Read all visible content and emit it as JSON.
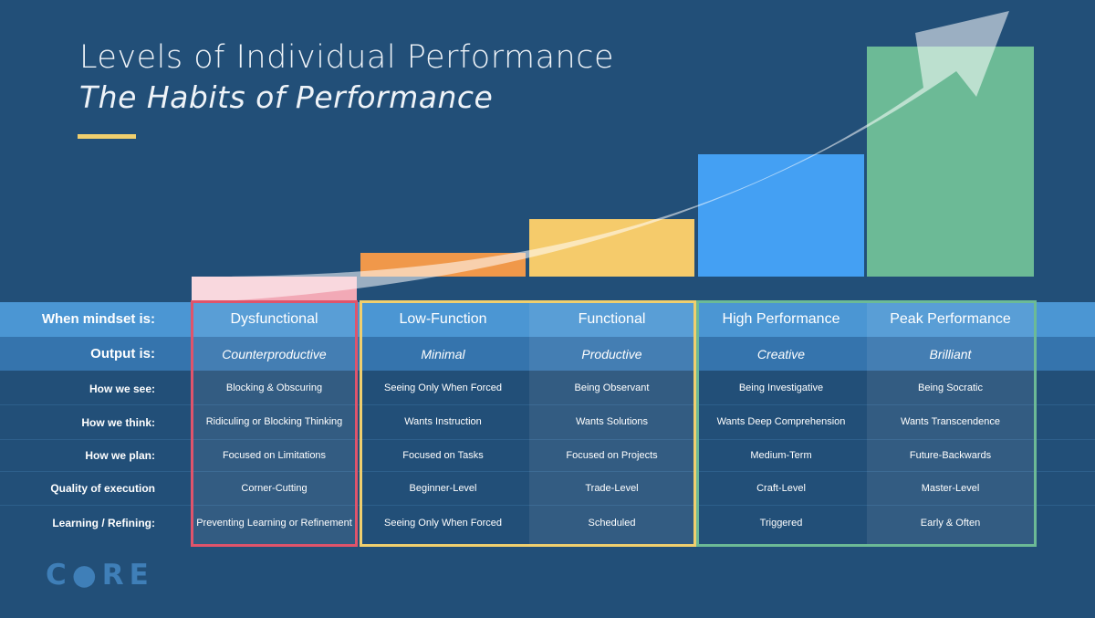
{
  "title": "Levels of Individual Performance",
  "subtitle": "The Habits of Performance",
  "row_labels": {
    "mindset": "When mindset is:",
    "output": "Output is:",
    "see": "How we see:",
    "think": "How we think:",
    "plan": "How we plan:",
    "quality": "Quality of execution",
    "learning": "Learning / Refining:"
  },
  "columns": [
    {
      "mindset": "Dysfunctional",
      "output": "Counterproductive",
      "see": "Blocking & Obscuring",
      "think": "Ridiculing or Blocking Thinking",
      "plan": "Focused on Limitations",
      "quality": "Corner-Cutting",
      "learning": "Preventing Learning or Refinement",
      "color": "#f2a9b6"
    },
    {
      "mindset": "Low-Function",
      "output": "Minimal",
      "see": "Seeing Only When Forced",
      "think": "Wants Instruction",
      "plan": "Focused on Tasks",
      "quality": "Beginner-Level",
      "learning": "Seeing Only When Forced",
      "color": "#f0984a"
    },
    {
      "mindset": "Functional",
      "output": "Productive",
      "see": "Being Observant",
      "think": "Wants Solutions",
      "plan": "Focused on Projects",
      "quality": "Trade-Level",
      "learning": "Scheduled",
      "color": "#f5cb6b"
    },
    {
      "mindset": "High Performance",
      "output": "Creative",
      "see": "Being Investigative",
      "think": "Wants Deep Comprehension",
      "plan": "Medium-Term",
      "quality": "Craft-Level",
      "learning": "Triggered",
      "color": "#44a0f3"
    },
    {
      "mindset": "Peak Performance",
      "output": "Brilliant",
      "see": "Being Socratic",
      "think": "Wants Transcendence",
      "plan": "Future-Backwards",
      "quality": "Master-Level",
      "learning": "Early & Often",
      "color": "#6cba96"
    }
  ],
  "groups": [
    {
      "name": "dysfunctional-group",
      "color": "#e0546b"
    },
    {
      "name": "functional-group",
      "color": "#f0cf6e"
    },
    {
      "name": "high-performance-group",
      "color": "#6cba96"
    }
  ],
  "logo": "C●RE"
}
